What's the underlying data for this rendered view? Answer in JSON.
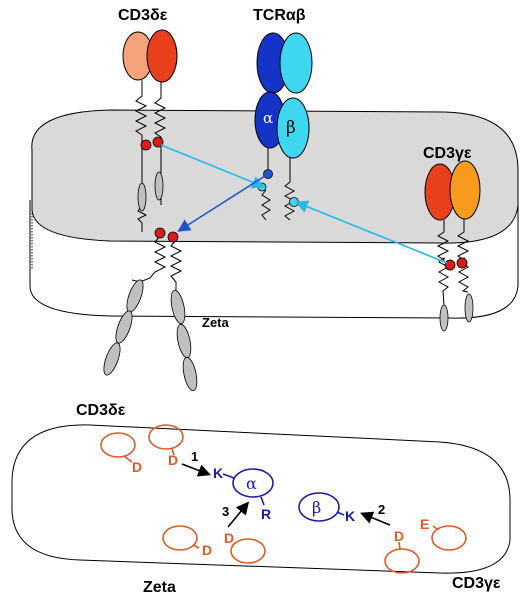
{
  "labels": {
    "cd3de_top": "CD3δε",
    "tcr_top": "TCRαβ",
    "cd3ge_top": "CD3γε",
    "alpha_chain": "α",
    "beta_chain": "β",
    "zeta_top": "Zeta",
    "cd3de_bottom": "CD3δε",
    "zeta_bottom": "Zeta",
    "cd3ge_bottom": "CD3γε"
  },
  "residues": {
    "d1": "D",
    "d2": "D",
    "k_alpha": "K",
    "r_alpha": "R",
    "d3": "D",
    "d4": "D",
    "k_beta": "K",
    "d5": "D",
    "e1": "E"
  },
  "inner_circles": {
    "alpha": "α",
    "beta": "β"
  },
  "steps": {
    "s1": "1",
    "s2": "2",
    "s3": "3"
  },
  "colors": {
    "membrane": "#d9d9d9",
    "cd3_light": "#f4a37a",
    "cd3_red": "#e8401c",
    "cd3_orange": "#f79a1e",
    "tcr_dark": "#1434c8",
    "tcr_cyan": "#3fd7f0",
    "link_light": "#27b7ea",
    "link_dark": "#1e55c8",
    "residue_orange": "#e05a2a",
    "residue_blue": "#1a1aa8"
  }
}
